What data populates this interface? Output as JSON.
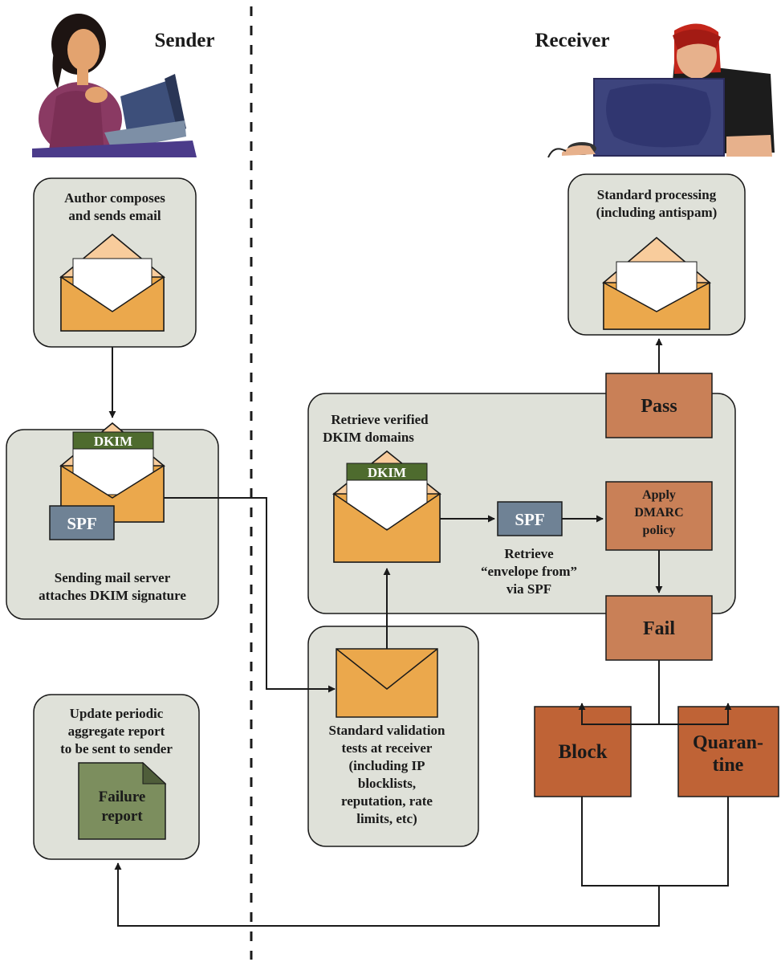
{
  "lanes": {
    "sender": "Sender",
    "receiver": "Receiver"
  },
  "boxes": {
    "author": [
      "Author composes",
      "and sends email"
    ],
    "sending_server": [
      "Sending mail server",
      "attaches DKIM signature"
    ],
    "update_report": [
      "Update periodic",
      "aggregate report",
      "to be sent to sender"
    ],
    "validation": [
      "Standard validation",
      "tests at receiver",
      "(including IP",
      "blocklists,",
      "reputation, rate",
      "limits, etc)"
    ],
    "retrieve_dkim": [
      "Retrieve verified",
      "DKIM domains"
    ],
    "retrieve_spf": [
      "Retrieve",
      "“envelope from”",
      "via SPF"
    ],
    "standard_processing": [
      "Standard processing",
      "(including antispam)"
    ]
  },
  "tags": {
    "dkim": "DKIM",
    "spf": "SPF"
  },
  "failure_report": [
    "Failure",
    "report"
  ],
  "outcomes": {
    "pass": "Pass",
    "fail": "Fail",
    "apply_dmarc": [
      "Apply",
      "DMARC",
      "policy"
    ],
    "block": "Block",
    "quarantine": [
      "Quaran-",
      "tine"
    ]
  },
  "colors": {
    "panel_fill": "#dfe1d9",
    "envelope_body": "#eba84c",
    "envelope_flap": "#f8cc9c",
    "dkim_bar": "#4e6b2e",
    "spf_box": "#6f8295",
    "pass_fail_fill": "#c98057",
    "block_fill": "#bf6336",
    "report_fill": "#7c8e5e",
    "line": "#1a1a1a"
  },
  "icons": [
    "sender-illustration",
    "receiver-illustration",
    "envelope-icon",
    "document-icon"
  ]
}
